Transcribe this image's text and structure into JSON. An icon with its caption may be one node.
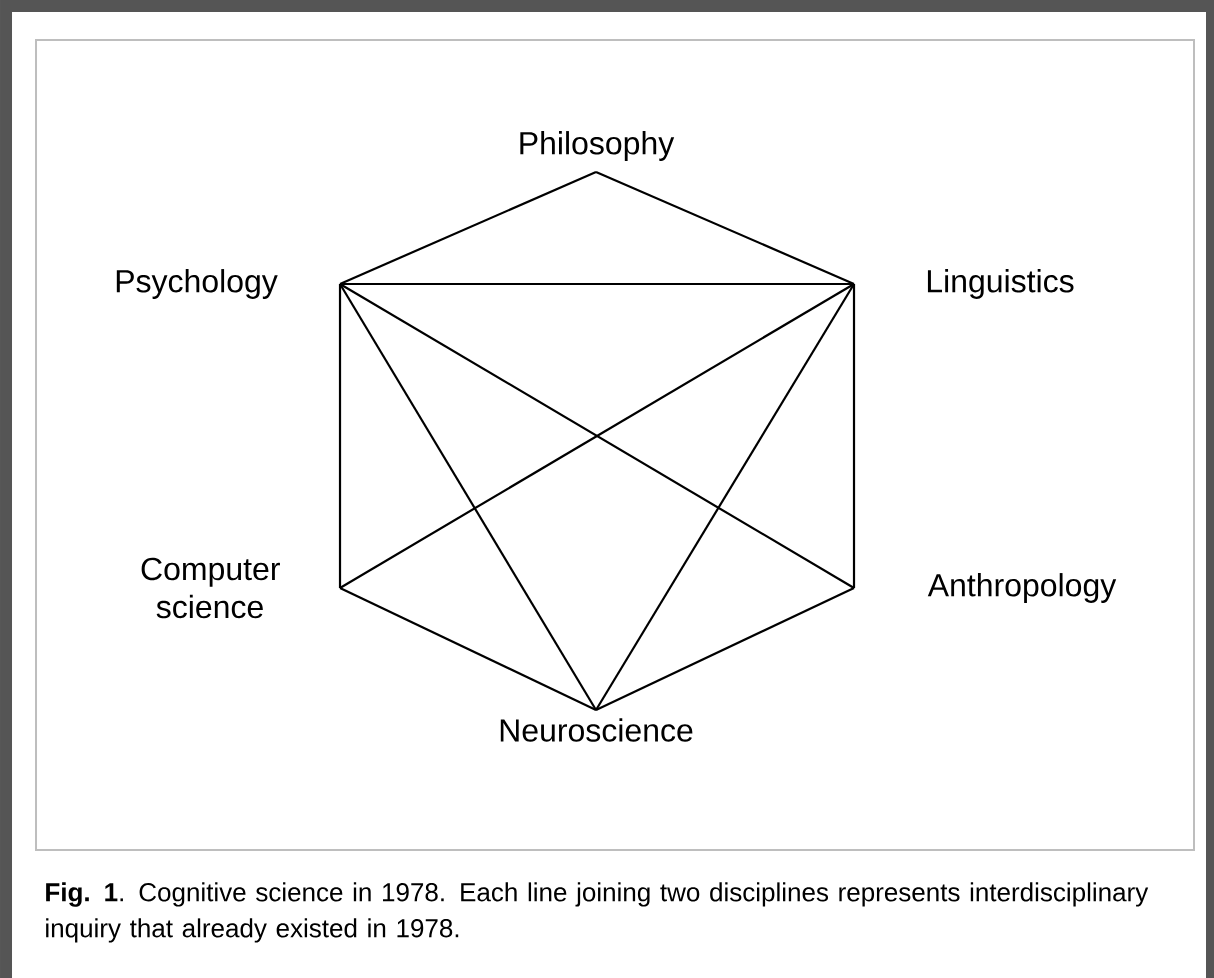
{
  "diagram": {
    "caption": "**Fig. 1**. Cognitive science in 1978. Each line joining two disciplines represents interdisciplinary inquiry that already existed in 1978.",
    "nodes": [
      {
        "text": [
          "Philosophy"
        ]
      },
      {
        "text": [
          "Psychology"
        ]
      },
      {
        "text": [
          "Linguistics"
        ]
      },
      {
        "text": [
          "Computer science"
        ]
      },
      {
        "text": [
          "Anthropology"
        ]
      },
      {
        "text": [
          "Neuroscience"
        ]
      }
    ],
    "edges": [
      {
        "from": 0,
        "to": 1,
        "arrow": "none"
      },
      {
        "from": 0,
        "to": 2,
        "arrow": "none"
      },
      {
        "from": 1,
        "to": 2,
        "arrow": "none"
      },
      {
        "from": 1,
        "to": 3,
        "arrow": "none"
      },
      {
        "from": 1,
        "to": 4,
        "arrow": "none"
      },
      {
        "from": 1,
        "to": 5,
        "arrow": "none"
      },
      {
        "from": 2,
        "to": 3,
        "arrow": "none"
      },
      {
        "from": 2,
        "to": 4,
        "arrow": "none"
      },
      {
        "from": 2,
        "to": 5,
        "arrow": "none"
      },
      {
        "from": 3,
        "to": 5,
        "arrow": "none"
      },
      {
        "from": 4,
        "to": 5,
        "arrow": "none"
      }
    ]
  }
}
